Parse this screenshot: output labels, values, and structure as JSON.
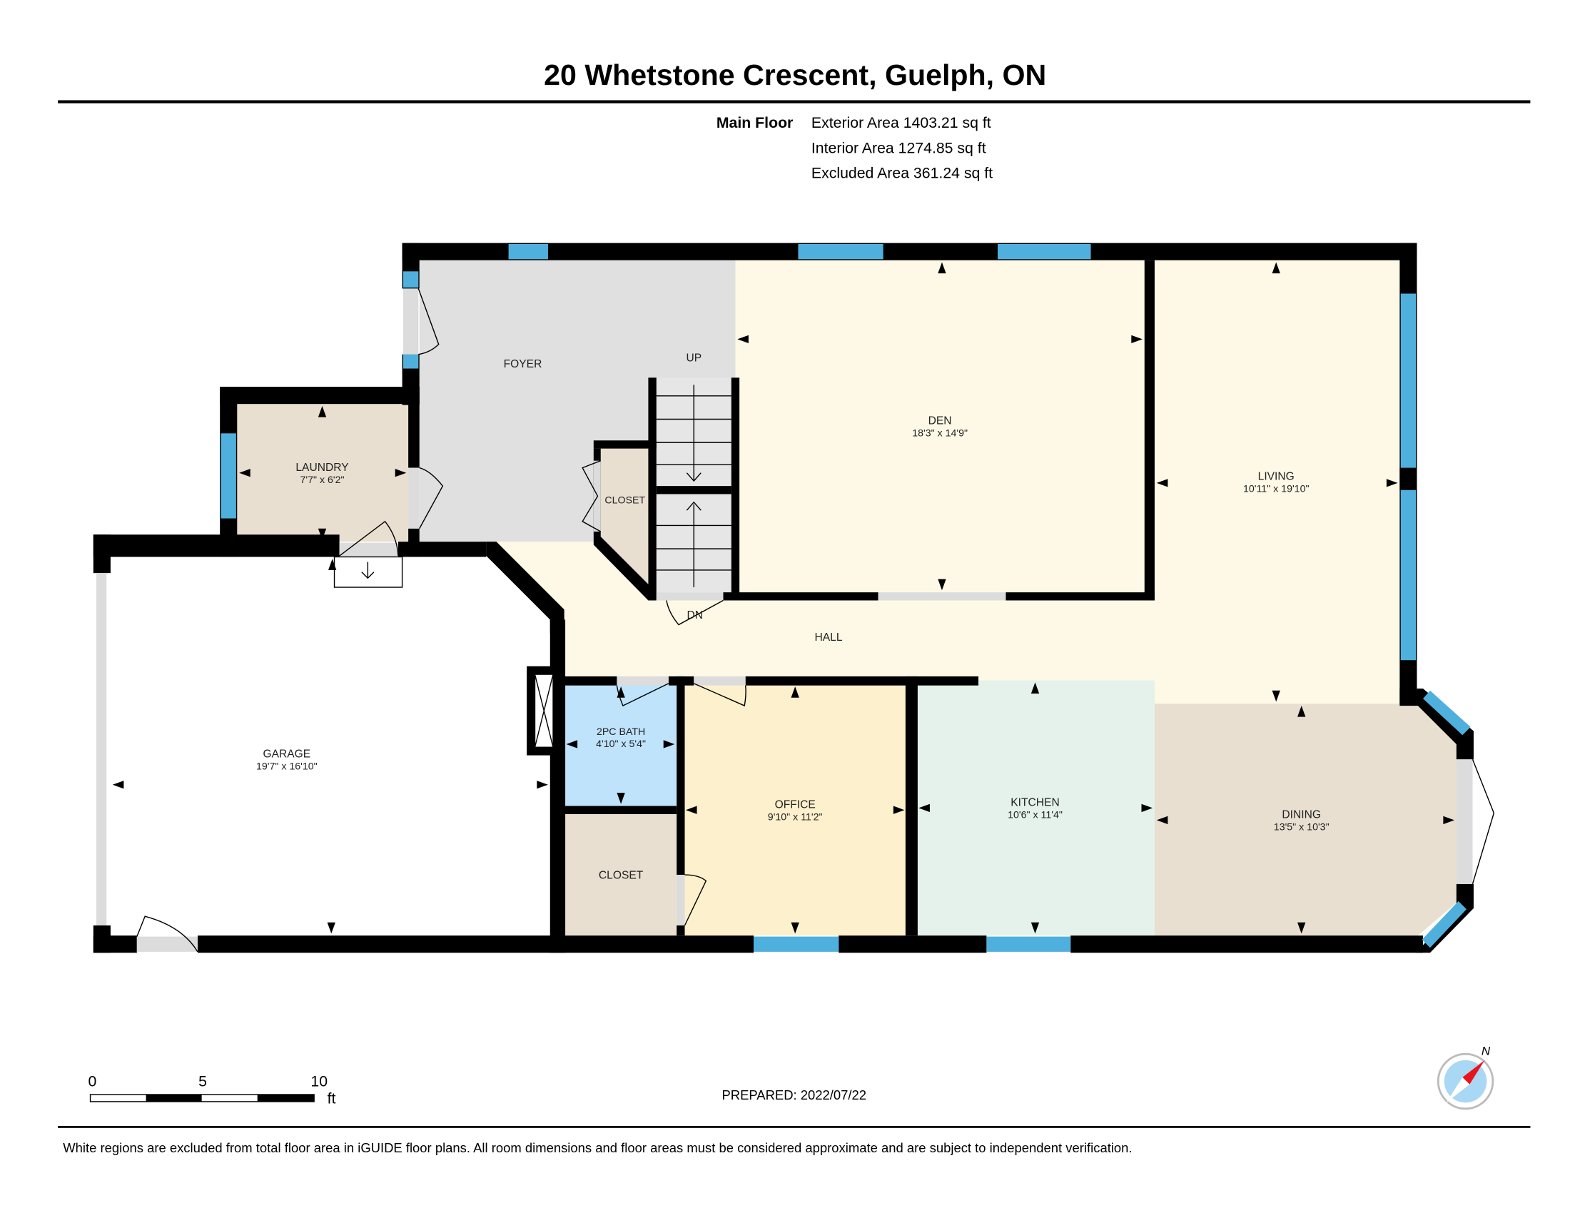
{
  "header": {
    "title": "20 Whetstone Crescent, Guelph, ON"
  },
  "floor_summary": {
    "floor_name": "Main Floor",
    "exterior_area": "Exterior Area 1403.21 sq ft",
    "interior_area": "Interior Area 1274.85 sq ft",
    "excluded_area": "Excluded Area 361.24 sq ft"
  },
  "rooms": {
    "foyer": {
      "name": "FOYER"
    },
    "up": {
      "name": "UP"
    },
    "dn": {
      "name": "DN"
    },
    "den": {
      "name": "DEN",
      "dims": "18'3\" x 14'9\""
    },
    "living": {
      "name": "LIVING",
      "dims": "10'11\" x 19'10\""
    },
    "laundry": {
      "name": "LAUNDRY",
      "dims": "7'7\" x 6'2\""
    },
    "closet_foyer": {
      "name": "CLOSET"
    },
    "hall": {
      "name": "HALL"
    },
    "garage": {
      "name": "GARAGE",
      "dims": "19'7\" x 16'10\""
    },
    "bath": {
      "name": "2PC BATH",
      "dims": "4'10\" x 5'4\""
    },
    "closet_lower": {
      "name": "CLOSET"
    },
    "office": {
      "name": "OFFICE",
      "dims": "9'10\" x 11'2\""
    },
    "kitchen": {
      "name": "KITCHEN",
      "dims": "10'6\" x 11'4\""
    },
    "dining": {
      "name": "DINING",
      "dims": "13'5\" x 10'3\""
    }
  },
  "colors": {
    "foyer": "#e0e0e0",
    "warm": "#fef9e6",
    "beige": "#e8dfd0",
    "bath": "#bfe3fb",
    "office": "#fdf0cc",
    "kitchen": "#e4f2eb",
    "window": "#4fb0dd",
    "compass_needle": "#e8141c"
  },
  "scale_bar": {
    "ticks": [
      "0",
      "5",
      "10"
    ],
    "unit": "ft"
  },
  "compass": {
    "label": "N"
  },
  "prepared": "PREPARED: 2022/07/22",
  "footer": {
    "disclaimer": "White regions are excluded from total floor area in iGUIDE floor plans. All room dimensions and floor areas must be considered approximate and are subject to independent verification."
  }
}
